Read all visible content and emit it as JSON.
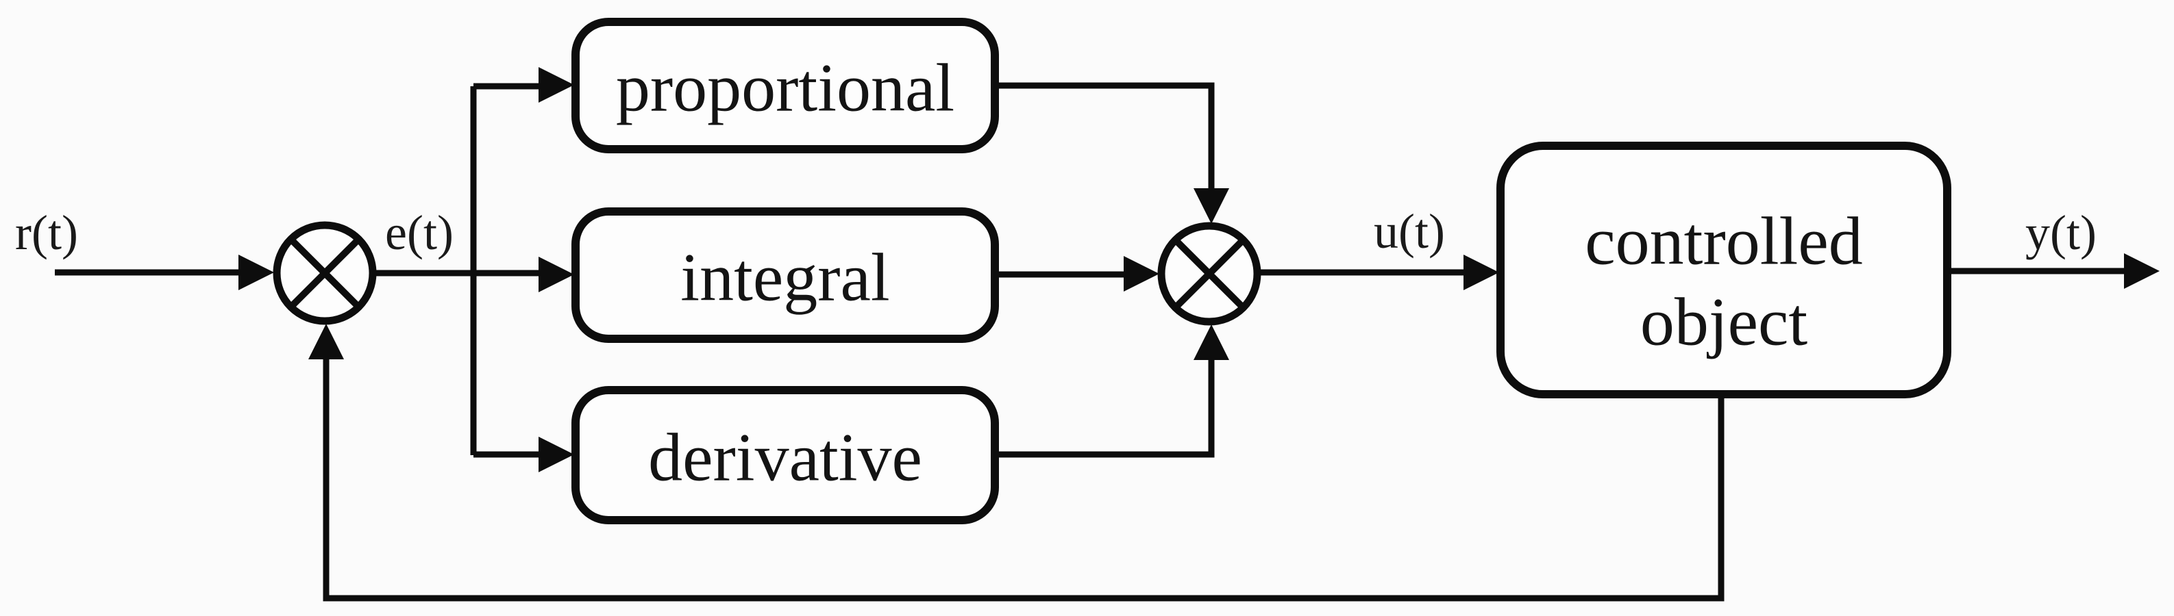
{
  "canvas": {
    "background": "#fbfbfb",
    "ink": "#0d0d0d"
  },
  "signals": {
    "reference": "r(t)",
    "error": "e(t)",
    "control": "u(t)",
    "output": "y(t)"
  },
  "blocks": {
    "proportional": {
      "label": "proportional"
    },
    "integral": {
      "label": "integral"
    },
    "derivative": {
      "label": "derivative"
    },
    "controlled_object": {
      "label_line1": "controlled",
      "label_line2": "object"
    }
  },
  "junctions": [
    {
      "name": "error-summing-junction",
      "symbol": "circle-with-cross"
    },
    {
      "name": "pid-summing-junction",
      "symbol": "circle-with-cross"
    }
  ],
  "connections": [
    {
      "from": "reference input",
      "to": "error-summing-junction",
      "signal": "r(t)"
    },
    {
      "from": "error-summing-junction",
      "to": "proportional",
      "signal": "e(t)"
    },
    {
      "from": "error-summing-junction",
      "to": "integral",
      "signal": "e(t)"
    },
    {
      "from": "error-summing-junction",
      "to": "derivative",
      "signal": "e(t)"
    },
    {
      "from": "proportional",
      "to": "pid-summing-junction"
    },
    {
      "from": "integral",
      "to": "pid-summing-junction"
    },
    {
      "from": "derivative",
      "to": "pid-summing-junction"
    },
    {
      "from": "pid-summing-junction",
      "to": "controlled_object",
      "signal": "u(t)"
    },
    {
      "from": "controlled_object",
      "to": "system output",
      "signal": "y(t)"
    },
    {
      "from": "controlled_object",
      "to": "error-summing-junction"
    }
  ]
}
